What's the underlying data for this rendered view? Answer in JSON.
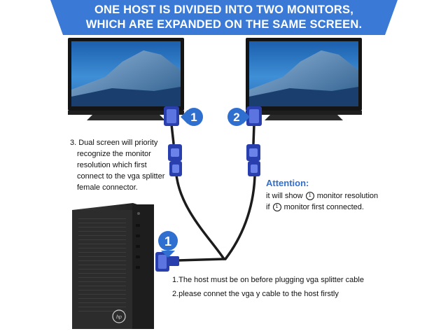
{
  "banner": {
    "line1": "ONE HOST IS DIVIDED INTO TWO MONITORS,",
    "line2": "WHICH ARE EXPANDED ON THE SAME SCREEN.",
    "color": "#3a7ad6"
  },
  "badges": {
    "left_monitor": "1",
    "right_monitor": "2",
    "host": "1",
    "color": "#2f6fd0"
  },
  "note_dual": {
    "line1": "3. Dual screen will priority",
    "line2": "recognize the monitor",
    "line3": "resolution which first",
    "line4": "connect to the vga splitter",
    "line5": "female connector."
  },
  "attention": {
    "title": "Attention:",
    "line1_pre": "it will show",
    "line1_num": "1",
    "line1_post": "monitor resolution",
    "line2_pre": "if",
    "line2_num": "1",
    "line2_post": "monitor first connected."
  },
  "host_notes": {
    "line1": "1.The host must be on before plugging vga splitter cable",
    "line2": "2.please connet the vga y cable to the host firstly"
  },
  "tower": {
    "logo_text": "hp"
  }
}
